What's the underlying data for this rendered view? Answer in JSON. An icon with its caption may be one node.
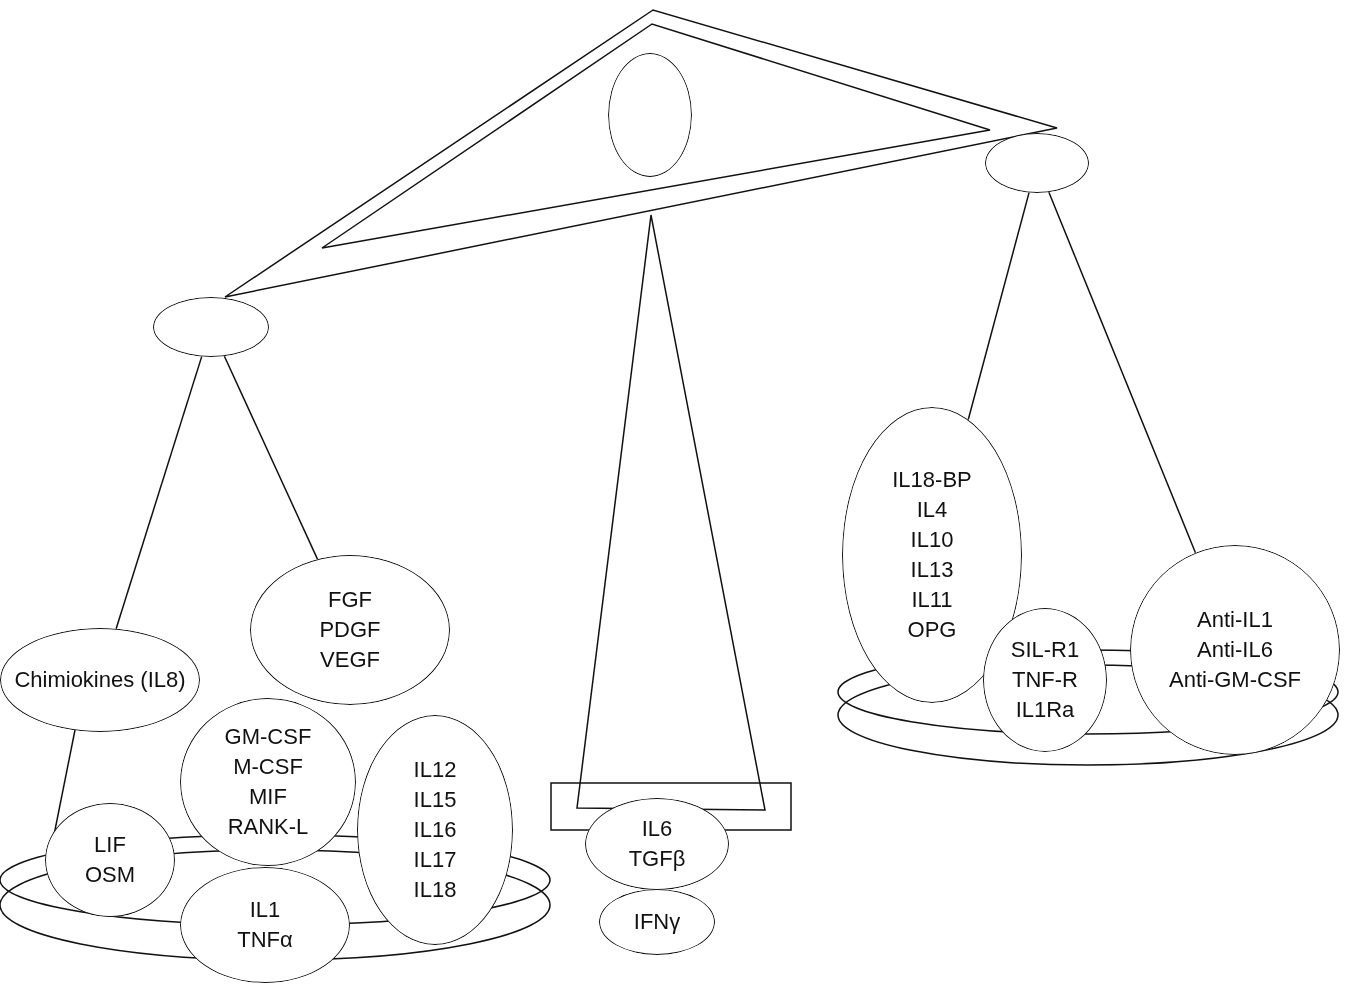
{
  "diagram": {
    "nodes": [
      {
        "text": [],
        "shape": "ellipse"
      },
      {
        "text": [],
        "shape": "ellipse"
      },
      {
        "text": [],
        "shape": "ellipse"
      },
      {
        "text": [
          "Chimiokines (IL8)"
        ]
      },
      {
        "text": [
          "FGF",
          "PDGF",
          "VEGF"
        ]
      },
      {
        "text": [
          "GM-CSF",
          "M-CSF",
          "MIF",
          "RANK-L"
        ]
      },
      {
        "text": [
          "IL12",
          "IL15",
          "IL16",
          "IL17",
          "IL18"
        ]
      },
      {
        "text": [
          "LIF",
          "OSM"
        ]
      },
      {
        "text": [
          "IL1",
          "TNFα"
        ]
      },
      {
        "text": [
          "IL6",
          "TGFβ"
        ]
      },
      {
        "text": [
          "IFNγ"
        ]
      },
      {
        "text": [
          "IL18-BP",
          "IL4",
          "IL10",
          "IL13",
          "IL11",
          "OPG"
        ]
      },
      {
        "text": [
          "SIL-R1",
          "TNF-R",
          "IL1Ra"
        ]
      },
      {
        "text": [
          "Anti-IL1",
          "Anti-IL6",
          "Anti-GM-CSF"
        ]
      }
    ],
    "edges": [
      {
        "from": 1,
        "to": 3,
        "arrow": "none"
      },
      {
        "from": 1,
        "to": 4,
        "arrow": "none"
      },
      {
        "from": 2,
        "to": 11,
        "arrow": "none"
      },
      {
        "from": 2,
        "to": 13,
        "arrow": "none"
      }
    ]
  }
}
